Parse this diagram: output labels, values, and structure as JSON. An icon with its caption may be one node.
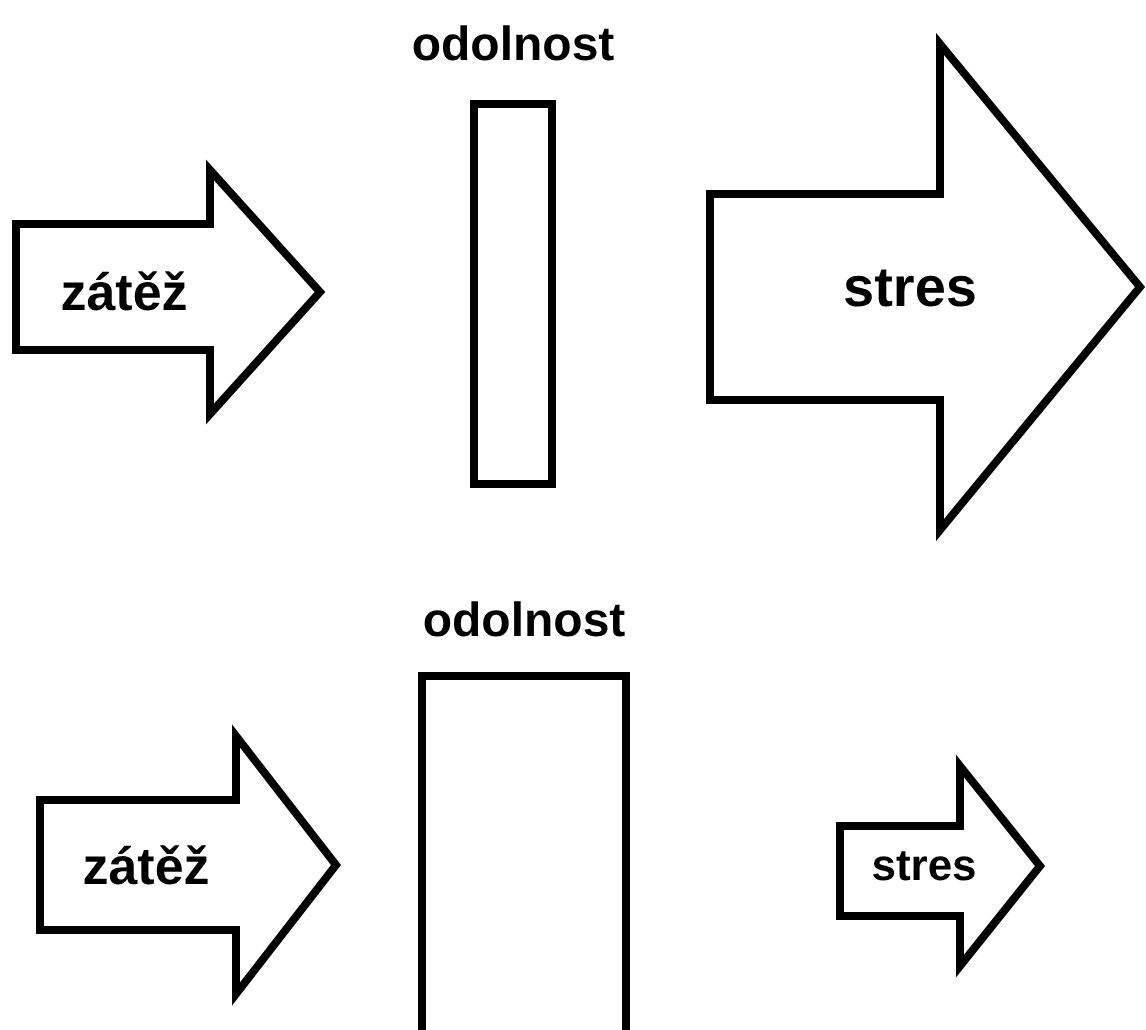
{
  "diagram": {
    "nodes": [
      {
        "text": [
          "zátěž"
        ]
      },
      {
        "text": [
          "odolnost"
        ]
      },
      {
        "text": [
          "stres"
        ]
      },
      {
        "text": [
          "zátěž"
        ]
      },
      {
        "text": [
          "odolnost"
        ]
      },
      {
        "text": [
          "stres"
        ]
      }
    ]
  }
}
